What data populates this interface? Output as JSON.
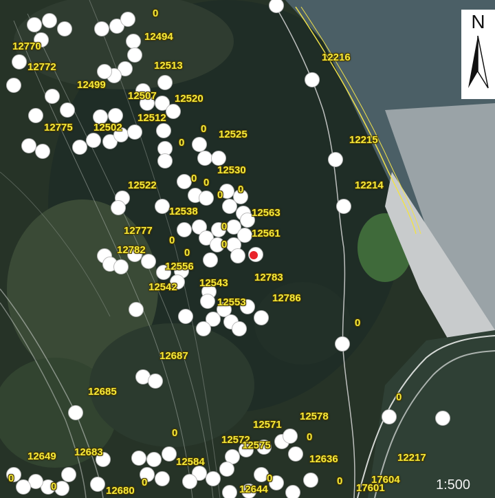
{
  "map": {
    "scale_label": "1:500",
    "north_label": "N",
    "colors": {
      "label_text": "#f7e93a",
      "point_fill": "#ffffff",
      "highlight_point": "#e8222a"
    }
  },
  "labels": [
    "0",
    "12494",
    "12770",
    "12772",
    "12513",
    "12499",
    "12507",
    "12520",
    "12775",
    "12502",
    "12512",
    "0",
    "12525",
    "0",
    "12530",
    "0",
    "0",
    "12522",
    "0",
    "0",
    "12538",
    "12563",
    "12777",
    "0",
    "12561",
    "12782",
    "0",
    "0",
    "0",
    "12556",
    "12783",
    "12542",
    "12543",
    "12553",
    "12786",
    "12687",
    "12685",
    "0",
    "12572",
    "12571",
    "12575",
    "12578",
    "0",
    "12636",
    "12649",
    "12683",
    "12584",
    "0",
    "0",
    "12644",
    "0",
    "12680",
    "0",
    "0",
    "17601",
    "17604",
    "12217",
    "12216",
    "12215",
    "12214",
    "0",
    "0"
  ]
}
